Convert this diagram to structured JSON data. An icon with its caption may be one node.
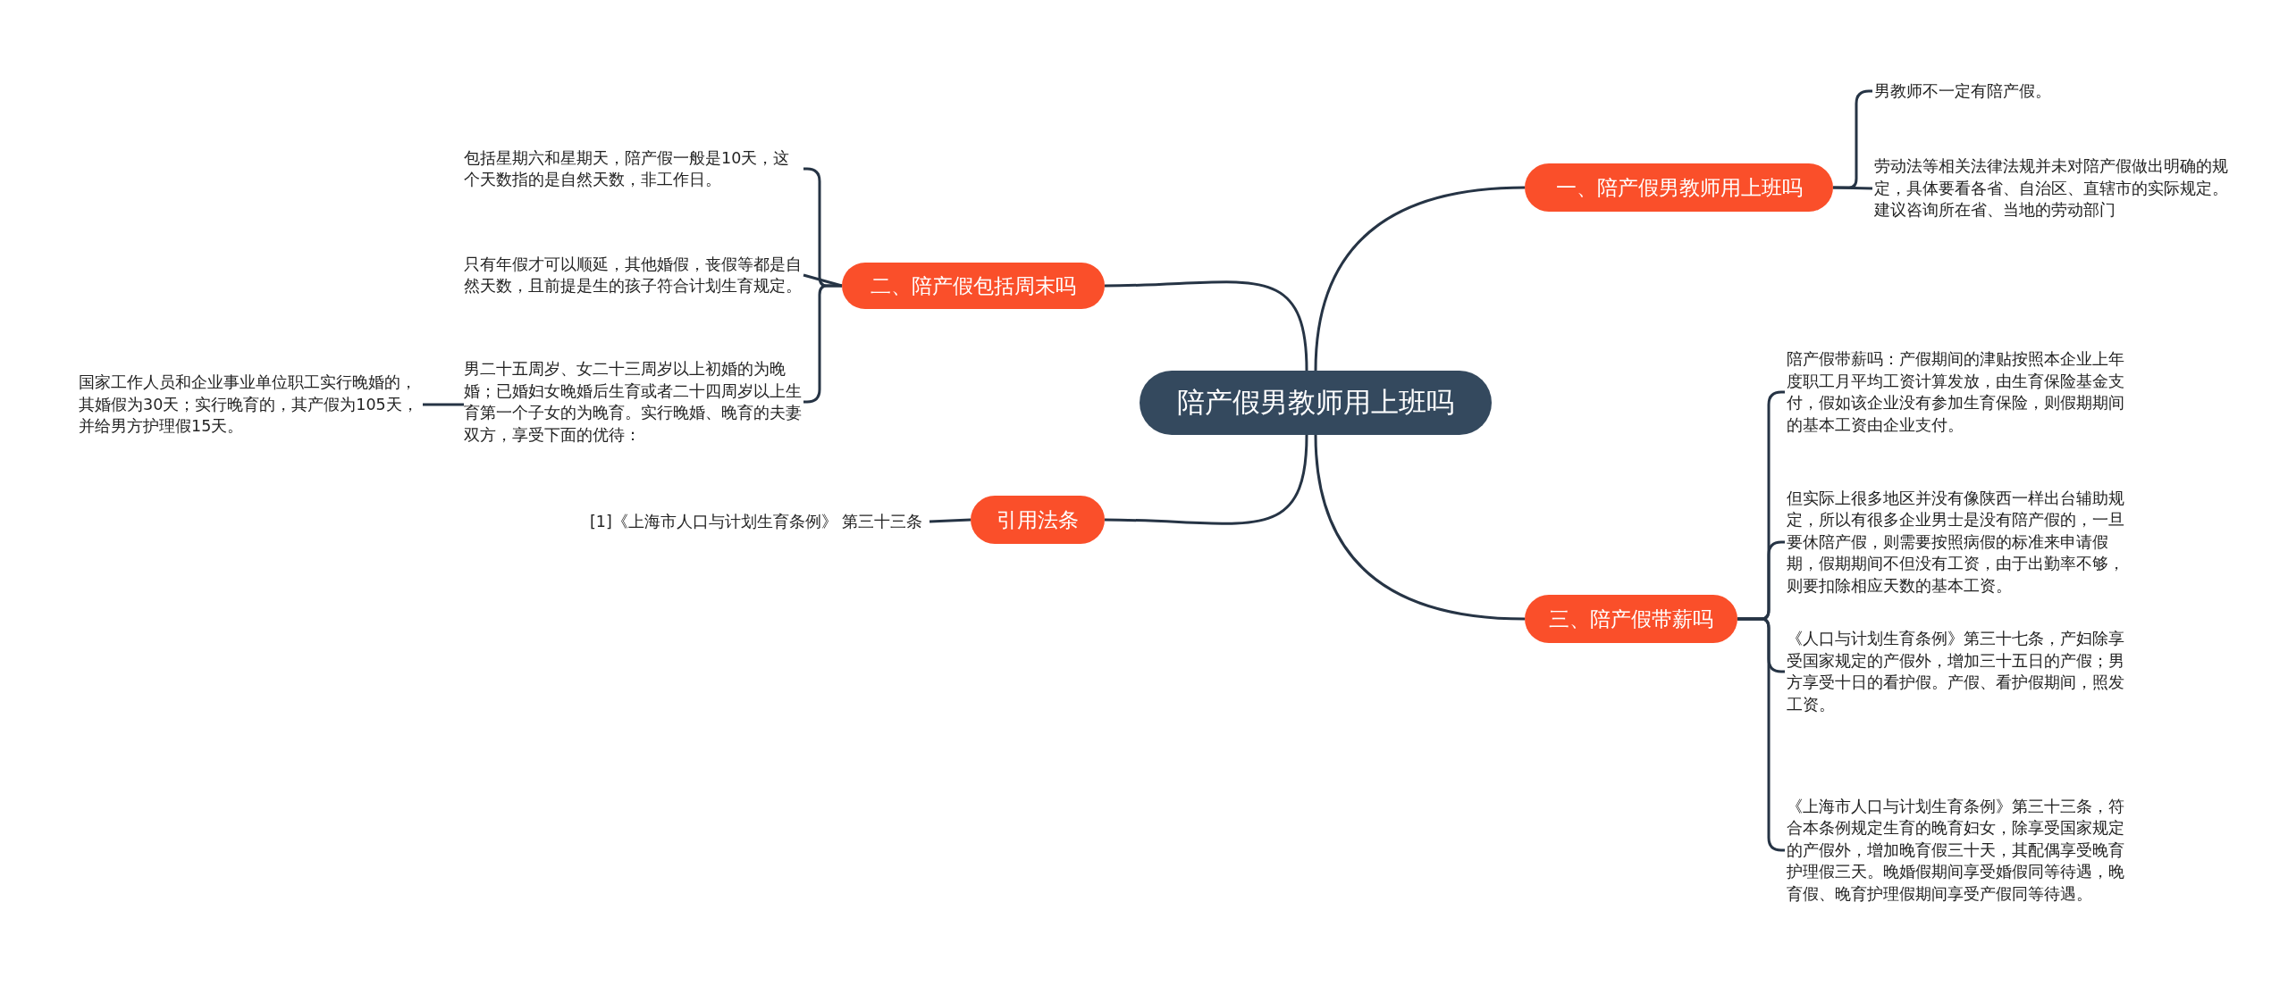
{
  "diagram": {
    "nodes": [
      {
        "text": [
          "陪产假男教师用上班吗"
        ]
      },
      {
        "text": [
          "一、陪产假男教师用上班吗"
        ]
      },
      {
        "text": [
          "男教师不一定有陪产假。"
        ]
      },
      {
        "text": [
          "劳动法等相关法律法规并未对陪产假做出明确的规定，具体要看各省、自治区、直辖市的实际规定。建议咨询所在省、当地的劳动部门"
        ]
      },
      {
        "text": [
          "二、陪产假包括周末吗"
        ]
      },
      {
        "text": [
          "包括星期六和星期天，陪产假一般是10天，这个天数指的是自然天数，非工作日。"
        ]
      },
      {
        "text": [
          "只有年假才可以顺延，其他婚假，丧假等都是自然天数，且前提是生的孩子符合计划生育规定。"
        ]
      },
      {
        "text": [
          "男二十五周岁、女二十三周岁以上初婚的为晚婚；已婚妇女晚婚后生育或者二十四周岁以上生育第一个子女的为晚育。实行晚婚、晚育的夫妻双方，享受下面的优待："
        ]
      },
      {
        "text": [
          "国家工作人员和企业事业单位职工实行晚婚的，其婚假为30天；实行晚育的，其产假为105天，并给男方护理假15天。"
        ]
      },
      {
        "text": [
          "引用法条"
        ]
      },
      {
        "text": [
          "[1]《上海市人口与计划生育条例》 第三十三条"
        ]
      },
      {
        "text": [
          "三、陪产假带薪吗"
        ]
      },
      {
        "text": [
          "陪产假带薪吗：产假期间的津贴按照本企业上年度职工月平均工资计算发放，由生育保险基金支付，假如该企业没有参加生育保险，则假期期间的基本工资由企业支付。"
        ]
      },
      {
        "text": [
          "但实际上很多地区并没有像陕西一样出台辅助规定，所以有很多企业男士是没有陪产假的，一旦要休陪产假，则需要按照病假的标准来申请假期，假期期间不但没有工资，由于出勤率不够，则要扣除相应天数的基本工资。"
        ]
      },
      {
        "text": [
          "《人口与计划生育条例》第三十七条，产妇除享受国家规定的产假外，增加三十五日的产假；男方享受十日的看护假。产假、看护假期间，照发工资。"
        ]
      },
      {
        "text": [
          "《上海市人口与计划生育条例》第三十三条，符合本条例规定生育的晚育妇女，除享受国家规定的产假外，增加晚育假三十天，其配偶享受晚育护理假三天。晚婚假期间享受婚假同等待遇，晚育假、晚育护理假期间享受产假同等待遇。"
        ]
      }
    ],
    "edges": [
      {
        "from": 0,
        "to": 1,
        "arrow": "none"
      },
      {
        "from": 1,
        "to": 2,
        "arrow": "none"
      },
      {
        "from": 1,
        "to": 3,
        "arrow": "none"
      },
      {
        "from": 0,
        "to": 4,
        "arrow": "none"
      },
      {
        "from": 4,
        "to": 5,
        "arrow": "none"
      },
      {
        "from": 4,
        "to": 6,
        "arrow": "none"
      },
      {
        "from": 4,
        "to": 7,
        "arrow": "none"
      },
      {
        "from": 7,
        "to": 8,
        "arrow": "none"
      },
      {
        "from": 0,
        "to": 9,
        "arrow": "none"
      },
      {
        "from": 9,
        "to": 10,
        "arrow": "none"
      },
      {
        "from": 0,
        "to": 11,
        "arrow": "none"
      },
      {
        "from": 11,
        "to": 12,
        "arrow": "none"
      },
      {
        "from": 11,
        "to": 13,
        "arrow": "none"
      },
      {
        "from": 11,
        "to": 14,
        "arrow": "none"
      },
      {
        "from": 11,
        "to": 15,
        "arrow": "none"
      }
    ]
  }
}
